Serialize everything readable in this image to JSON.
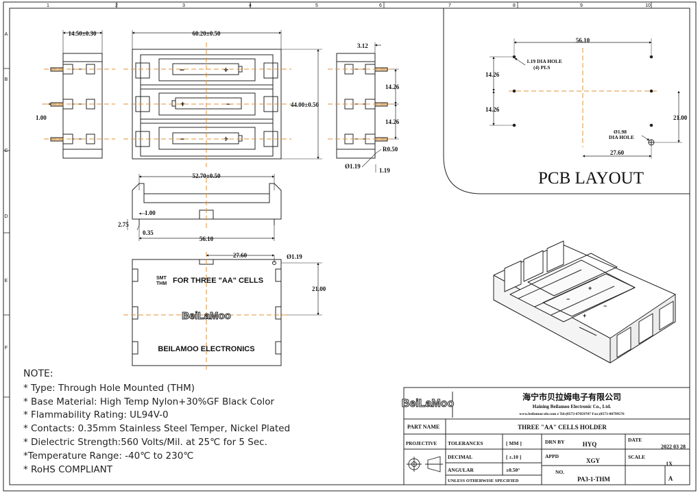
{
  "frame": {
    "col_numbers": [
      "1",
      "2",
      "3",
      "4",
      "5",
      "6",
      "7",
      "8",
      "9",
      "10"
    ],
    "row_letters": [
      "A",
      "B",
      "C",
      "D",
      "E",
      "F"
    ]
  },
  "dims": {
    "side_width": "14.50±0.30",
    "side_pin": "1.00",
    "top_width": "60.20±0.50",
    "top_height": "44.00±0.50",
    "right_top": "3.12",
    "right_pitch_1": "14.26",
    "right_pitch_2": "14.26",
    "right_radius": "R0.50",
    "right_pin_dia": "Ø1.19",
    "right_pin_w": "1.19",
    "front_width": "52.70±0.50",
    "front_1": "1.00",
    "front_2": "2.75",
    "front_3": "0.35",
    "front_span": "56.10",
    "bottom_half": "27.60",
    "bottom_hole": "Ø1.19",
    "bottom_height": "21.00"
  },
  "bottom_labels": {
    "smt": "SMT",
    "thm": "THM",
    "for_cells": "FOR THREE \"AA\" CELLS",
    "brand": "BeiLaMoo",
    "company": "BEILAMOO  ELECTRONICS"
  },
  "pcb": {
    "title": "PCB LAYOUT",
    "span": "56.10",
    "hole_label_1": "1.19 DIA HOLE",
    "hole_label_2": "(4) PLS",
    "pitch_1": "14.26",
    "pitch_2": "14.26",
    "height": "21.00",
    "dia_label_1": "Ø1.98",
    "dia_label_2": "DIA HOLE",
    "half": "27.60"
  },
  "notes": {
    "heading": "NOTE:",
    "items": [
      "* Type: Through Hole Mounted  (THM)",
      "* Base Material: High Temp Nylon+30%GF Black Color",
      "* Flammability Rating: UL94V-0",
      "* Contacts: 0.35mm Stainless Steel Temper, Nickel Plated",
      "* Dielectric Strength:560 Volts/Mil. at 25℃ for 5 Sec.",
      "*Temperature Range: -40℃ to 230℃",
      "* RoHS COMPLIANT"
    ]
  },
  "title_block": {
    "logo": "BeiLaMoo",
    "company_cn": "海宁市贝拉姆电子有限公司",
    "company_en": "Haining Beilamoo Electronic Co., Ltd.",
    "contact": "www.beilamoo-ele.com  e  Tel:(0573-87059707   Fax:(0573-80799576",
    "part_name_label": "PART NAME",
    "part_name_value": "THREE \"AA\" CELLS HOLDER",
    "projective": "PROJECTIVE",
    "tolerances": "TOLERANCES",
    "unit": "[ MM ]",
    "decimal": "DECIMAL",
    "decimal_val": "[ ±.10 ]",
    "angular": "ANGULAR",
    "angular_val": "±0.50°",
    "unless": "UNLESS OTHERWISE SPECIFIED",
    "drn_label": "DRN BY",
    "drn_value": "HYQ",
    "appd_label": "APPD",
    "appd_value": "XGY",
    "no_label": "NO.",
    "no_value": "PA3-1-THM",
    "date_label": "DATE",
    "date_value": "2022 03 28",
    "scale_label": "SCALE",
    "scale_value": "1X",
    "rev_value": "A"
  }
}
